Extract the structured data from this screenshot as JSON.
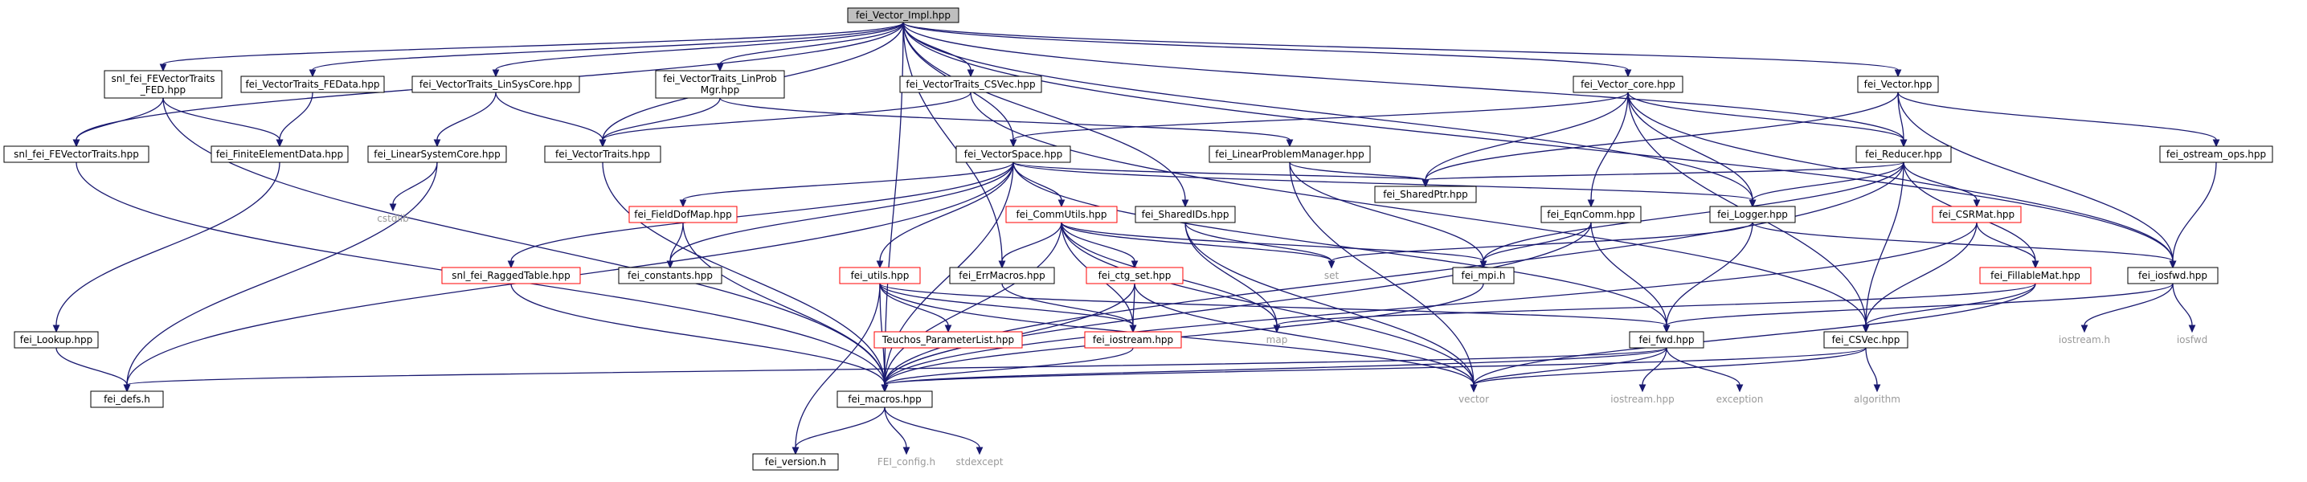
{
  "graph": {
    "root": "fei_Vector_Impl.hpp",
    "nodes": [
      {
        "id": "vector_impl",
        "label": "fei_Vector_Impl.hpp",
        "kind": "root"
      },
      {
        "id": "snl_fevt_fed",
        "label": [
          "snl_fei_FEVectorTraits",
          "_FED.hpp"
        ],
        "kind": "normal"
      },
      {
        "id": "vt_fedata",
        "label": "fei_VectorTraits_FEData.hpp",
        "kind": "normal"
      },
      {
        "id": "vt_linsys",
        "label": "fei_VectorTraits_LinSysCore.hpp",
        "kind": "normal"
      },
      {
        "id": "vt_linprob",
        "label": [
          "fei_VectorTraits_LinProb",
          "Mgr.hpp"
        ],
        "kind": "normal"
      },
      {
        "id": "vt_csvec",
        "label": "fei_VectorTraits_CSVec.hpp",
        "kind": "normal"
      },
      {
        "id": "vector_core",
        "label": "fei_Vector_core.hpp",
        "kind": "normal"
      },
      {
        "id": "fei_vector",
        "label": "fei_Vector.hpp",
        "kind": "normal"
      },
      {
        "id": "snl_fevt",
        "label": "snl_fei_FEVectorTraits.hpp",
        "kind": "normal"
      },
      {
        "id": "fedata",
        "label": "fei_FiniteElementData.hpp",
        "kind": "normal"
      },
      {
        "id": "lsc",
        "label": "fei_LinearSystemCore.hpp",
        "kind": "normal"
      },
      {
        "id": "vectortraits",
        "label": "fei_VectorTraits.hpp",
        "kind": "normal"
      },
      {
        "id": "vectorspace",
        "label": "fei_VectorSpace.hpp",
        "kind": "normal"
      },
      {
        "id": "lpm",
        "label": "fei_LinearProblemManager.hpp",
        "kind": "normal"
      },
      {
        "id": "reducer",
        "label": "fei_Reducer.hpp",
        "kind": "normal"
      },
      {
        "id": "ostream_ops",
        "label": "fei_ostream_ops.hpp",
        "kind": "normal"
      },
      {
        "id": "cstdlib",
        "label": "cstdlib",
        "kind": "plain"
      },
      {
        "id": "fielddofmap",
        "label": "fei_FieldDofMap.hpp",
        "kind": "red"
      },
      {
        "id": "commutils",
        "label": "fei_CommUtils.hpp",
        "kind": "red"
      },
      {
        "id": "sharedids",
        "label": "fei_SharedIDs.hpp",
        "kind": "normal"
      },
      {
        "id": "sharedptr",
        "label": "fei_SharedPtr.hpp",
        "kind": "normal"
      },
      {
        "id": "eqncomm",
        "label": "fei_EqnComm.hpp",
        "kind": "normal"
      },
      {
        "id": "logger",
        "label": "fei_Logger.hpp",
        "kind": "normal"
      },
      {
        "id": "csrmat",
        "label": "fei_CSRMat.hpp",
        "kind": "red"
      },
      {
        "id": "ragged",
        "label": "snl_fei_RaggedTable.hpp",
        "kind": "red"
      },
      {
        "id": "constants",
        "label": "fei_constants.hpp",
        "kind": "normal"
      },
      {
        "id": "utils",
        "label": "fei_utils.hpp",
        "kind": "red"
      },
      {
        "id": "errmacros",
        "label": "fei_ErrMacros.hpp",
        "kind": "normal"
      },
      {
        "id": "ctgset",
        "label": "fei_ctg_set.hpp",
        "kind": "red"
      },
      {
        "id": "set",
        "label": "set",
        "kind": "plain"
      },
      {
        "id": "mpi",
        "label": "fei_mpi.h",
        "kind": "normal"
      },
      {
        "id": "fillablemat",
        "label": "fei_FillableMat.hpp",
        "kind": "red"
      },
      {
        "id": "iosfwd_hpp",
        "label": "fei_iosfwd.hpp",
        "kind": "normal"
      },
      {
        "id": "lookup",
        "label": "fei_Lookup.hpp",
        "kind": "normal"
      },
      {
        "id": "teuchos",
        "label": "Teuchos_ParameterList.hpp",
        "kind": "red"
      },
      {
        "id": "iostream_hpp",
        "label": "fei_iostream.hpp",
        "kind": "red"
      },
      {
        "id": "map",
        "label": "map",
        "kind": "plain"
      },
      {
        "id": "fwd",
        "label": "fei_fwd.hpp",
        "kind": "normal"
      },
      {
        "id": "csvec",
        "label": "fei_CSVec.hpp",
        "kind": "normal"
      },
      {
        "id": "iostream_h",
        "label": "iostream.h",
        "kind": "plain"
      },
      {
        "id": "iosfwd",
        "label": "iosfwd",
        "kind": "plain"
      },
      {
        "id": "defs",
        "label": "fei_defs.h",
        "kind": "normal"
      },
      {
        "id": "macros",
        "label": "fei_macros.hpp",
        "kind": "normal"
      },
      {
        "id": "vector",
        "label": "vector",
        "kind": "plain"
      },
      {
        "id": "iostream_std",
        "label": "iostream.hpp",
        "kind": "plain"
      },
      {
        "id": "exception",
        "label": "exception",
        "kind": "plain"
      },
      {
        "id": "algorithm",
        "label": "algorithm",
        "kind": "plain"
      },
      {
        "id": "version",
        "label": "fei_version.h",
        "kind": "normal"
      },
      {
        "id": "config",
        "label": "FEI_config.h",
        "kind": "plain"
      },
      {
        "id": "stdexcept",
        "label": "stdexcept",
        "kind": "plain"
      }
    ],
    "edges": [
      [
        "vector_impl",
        "snl_fevt_fed"
      ],
      [
        "vector_impl",
        "vt_fedata"
      ],
      [
        "vector_impl",
        "vt_linsys"
      ],
      [
        "vector_impl",
        "vt_linprob"
      ],
      [
        "vector_impl",
        "vt_csvec"
      ],
      [
        "vector_impl",
        "vector_core"
      ],
      [
        "vector_impl",
        "fei_vector"
      ],
      [
        "vector_impl",
        "snl_fevt"
      ],
      [
        "vector_impl",
        "vectortraits"
      ],
      [
        "vector_impl",
        "vectorspace"
      ],
      [
        "vector_impl",
        "reducer"
      ],
      [
        "vector_impl",
        "logger"
      ],
      [
        "vector_impl",
        "iosfwd_hpp"
      ],
      [
        "vector_impl",
        "sharedids"
      ],
      [
        "vector_impl",
        "errmacros"
      ],
      [
        "vector_impl",
        "macros"
      ],
      [
        "snl_fevt_fed",
        "snl_fevt"
      ],
      [
        "snl_fevt_fed",
        "fedata"
      ],
      [
        "snl_fevt_fed",
        "macros"
      ],
      [
        "vt_fedata",
        "fedata"
      ],
      [
        "vt_linsys",
        "lsc"
      ],
      [
        "vt_linsys",
        "vectortraits"
      ],
      [
        "vt_linprob",
        "vectortraits"
      ],
      [
        "vt_linprob",
        "lpm"
      ],
      [
        "vt_csvec",
        "vectortraits"
      ],
      [
        "vt_csvec",
        "csvec"
      ],
      [
        "vector_core",
        "vectorspace"
      ],
      [
        "vector_core",
        "reducer"
      ],
      [
        "vector_core",
        "sharedptr"
      ],
      [
        "vector_core",
        "eqncomm"
      ],
      [
        "vector_core",
        "logger"
      ],
      [
        "vector_core",
        "iosfwd_hpp"
      ],
      [
        "vector_core",
        "csvec"
      ],
      [
        "fei_vector",
        "reducer"
      ],
      [
        "fei_vector",
        "ostream_ops"
      ],
      [
        "fei_vector",
        "iosfwd_hpp"
      ],
      [
        "fei_vector",
        "sharedptr"
      ],
      [
        "snl_fevt",
        "macros"
      ],
      [
        "fedata",
        "lookup"
      ],
      [
        "lsc",
        "cstdlib"
      ],
      [
        "lsc",
        "defs"
      ],
      [
        "vectortraits",
        "macros"
      ],
      [
        "vectorspace",
        "fielddofmap"
      ],
      [
        "vectorspace",
        "commutils"
      ],
      [
        "vectorspace",
        "sharedptr"
      ],
      [
        "vectorspace",
        "logger"
      ],
      [
        "vectorspace",
        "ragged"
      ],
      [
        "vectorspace",
        "constants"
      ],
      [
        "vectorspace",
        "utils"
      ],
      [
        "vectorspace",
        "fwd"
      ],
      [
        "vectorspace",
        "macros"
      ],
      [
        "vectorspace",
        "defs"
      ],
      [
        "lpm",
        "sharedptr"
      ],
      [
        "lpm",
        "mpi"
      ],
      [
        "lpm",
        "vector"
      ],
      [
        "reducer",
        "sharedptr"
      ],
      [
        "reducer",
        "logger"
      ],
      [
        "reducer",
        "csrmat"
      ],
      [
        "reducer",
        "fillablemat"
      ],
      [
        "reducer",
        "csvec"
      ],
      [
        "reducer",
        "mpi"
      ],
      [
        "reducer",
        "macros"
      ],
      [
        "ostream_ops",
        "iosfwd_hpp"
      ],
      [
        "fielddofmap",
        "constants"
      ],
      [
        "fielddofmap",
        "macros"
      ],
      [
        "commutils",
        "errmacros"
      ],
      [
        "commutils",
        "mpi"
      ],
      [
        "commutils",
        "set"
      ],
      [
        "commutils",
        "map"
      ],
      [
        "commutils",
        "vector"
      ],
      [
        "commutils",
        "ctgset"
      ],
      [
        "commutils",
        "iostream_hpp"
      ],
      [
        "commutils",
        "macros"
      ],
      [
        "sharedids",
        "set"
      ],
      [
        "sharedids",
        "map"
      ],
      [
        "sharedids",
        "vector"
      ],
      [
        "eqncomm",
        "mpi"
      ],
      [
        "eqncomm",
        "fwd"
      ],
      [
        "eqncomm",
        "macros"
      ],
      [
        "logger",
        "iosfwd_hpp"
      ],
      [
        "logger",
        "fwd"
      ],
      [
        "logger",
        "set"
      ],
      [
        "csrmat",
        "fillablemat"
      ],
      [
        "csrmat",
        "csvec"
      ],
      [
        "csrmat",
        "macros"
      ],
      [
        "ragged",
        "macros"
      ],
      [
        "utils",
        "teuchos"
      ],
      [
        "utils",
        "iostream_hpp"
      ],
      [
        "utils",
        "fwd"
      ],
      [
        "utils",
        "version"
      ],
      [
        "utils",
        "vector"
      ],
      [
        "utils",
        "macros"
      ],
      [
        "errmacros",
        "iostream_hpp"
      ],
      [
        "ctgset",
        "iostream_hpp"
      ],
      [
        "ctgset",
        "macros"
      ],
      [
        "ctgset",
        "vector"
      ],
      [
        "mpi",
        "macros"
      ],
      [
        "fillablemat",
        "csvec"
      ],
      [
        "fillablemat",
        "map"
      ],
      [
        "fillablemat",
        "vector"
      ],
      [
        "iosfwd_hpp",
        "iostream_h"
      ],
      [
        "iosfwd_hpp",
        "iosfwd"
      ],
      [
        "iosfwd_hpp",
        "fwd"
      ],
      [
        "lookup",
        "defs"
      ],
      [
        "iostream_hpp",
        "macros"
      ],
      [
        "fwd",
        "vector"
      ],
      [
        "fwd",
        "iostream_std"
      ],
      [
        "fwd",
        "exception"
      ],
      [
        "fwd",
        "macros"
      ],
      [
        "fwd",
        "defs"
      ],
      [
        "csvec",
        "vector"
      ],
      [
        "csvec",
        "algorithm"
      ],
      [
        "csvec",
        "macros"
      ],
      [
        "macros",
        "version"
      ],
      [
        "macros",
        "config"
      ],
      [
        "macros",
        "stdexcept"
      ]
    ]
  }
}
